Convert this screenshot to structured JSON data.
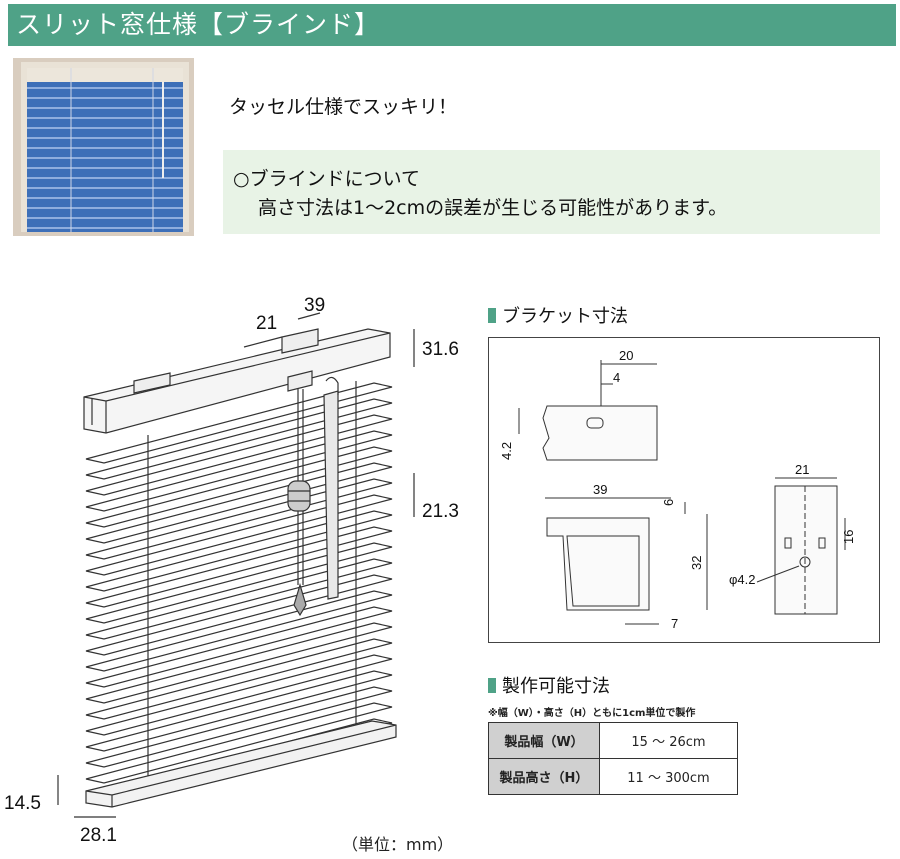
{
  "header": {
    "title": "スリット窓仕様【ブラインド】",
    "bg_color": "#4fa287"
  },
  "tagline": "タッセル仕様でスッキリ！",
  "note": {
    "heading": "○ブラインドについて",
    "body": "高さ寸法は1～2cmの誤差が生じる可能性があります。",
    "bg_color": "#e8f3e6"
  },
  "blind_diagram": {
    "dim_21": "21",
    "dim_39": "39",
    "dim_31_6": "31.6",
    "dim_21_3": "21.3",
    "dim_14_5": "14.5",
    "dim_28_1": "28.1",
    "unit_label": "（単位：mm）"
  },
  "bracket_section": {
    "title": "ブラケット寸法",
    "top_20": "20",
    "top_4": "4",
    "side_4_2": "4.2",
    "bottom_39": "39",
    "bottom_6": "6",
    "bottom_32": "32",
    "bottom_7": "7",
    "right_21": "21",
    "right_16": "16",
    "right_phi": "φ4.2"
  },
  "spec_section": {
    "title": "製作可能寸法",
    "note": "※幅（W）・高さ（H）ともに1cm単位で製作",
    "rows": [
      {
        "label": "製品幅（W）",
        "value": "15 ～ 26cm"
      },
      {
        "label": "製品高さ（H）",
        "value": "11 ～ 300cm"
      }
    ]
  }
}
